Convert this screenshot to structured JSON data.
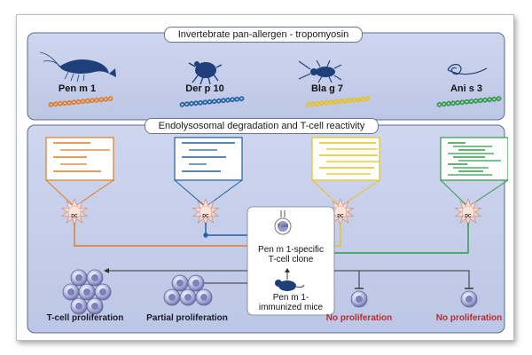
{
  "top_panel": {
    "title": "Invertebrate pan-allergen - tropomyosin",
    "allergens": [
      {
        "label": "Pen m 1",
        "source_icon": "shrimp-icon",
        "color": "#e07c22"
      },
      {
        "label": "Der p 10",
        "source_icon": "dust-mite-icon",
        "color": "#1f5fa3"
      },
      {
        "label": "Bla g 7",
        "source_icon": "cockroach-icon",
        "color": "#e8c21a"
      },
      {
        "label": "Ani s 3",
        "source_icon": "anisakis-worm-icon",
        "color": "#2e9a43"
      }
    ]
  },
  "bottom_panel": {
    "title": "Endolysosomal degradation and T-cell reactivity",
    "dc_label": "DC",
    "clone_box": {
      "tcell_label": "T cell",
      "clone_label_line1": "Pen m 1-specific",
      "clone_label_line2": "T-cell clone",
      "mouse_label_line1": "Pen m 1-",
      "mouse_label_line2": "immunized mice"
    },
    "outcomes": [
      {
        "label": "T-cell proliferation",
        "color": "#1a1a2e"
      },
      {
        "label": "Partial proliferation",
        "color": "#1a1a2e"
      },
      {
        "label": "No proliferation",
        "color": "#c0282a"
      },
      {
        "label": "No proliferation",
        "color": "#c0282a"
      }
    ]
  },
  "colors": {
    "panel_fill": "#c4cde9",
    "panel_border": "#5a6a8c",
    "cell_fill": "#8f97c9",
    "dc_fill": "#f4d4cc",
    "line_gray": "#333333"
  }
}
